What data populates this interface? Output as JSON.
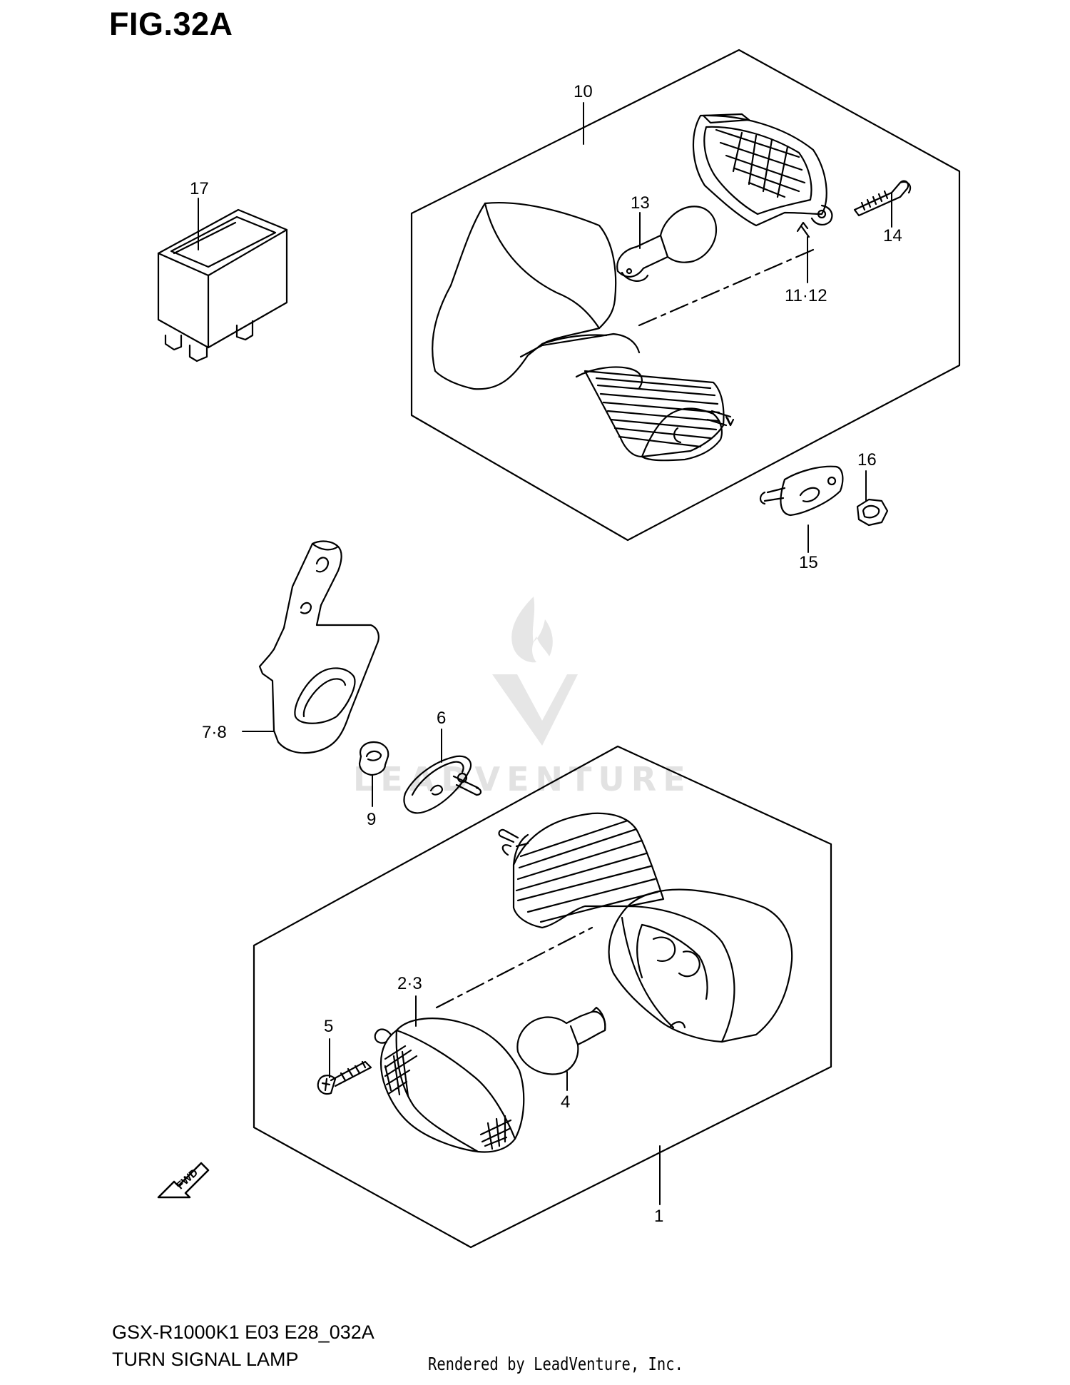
{
  "figure": {
    "title": "FIG.32A",
    "model_code": "GSX-R1000K1 E03 E28_032A",
    "caption": "TURN SIGNAL LAMP",
    "credit": "Rendered by LeadVenture, Inc.",
    "watermark": "LEADVENTURE",
    "fwd_label": "FWD"
  },
  "callouts": {
    "c1": "1",
    "c2_3": "2·3",
    "c4": "4",
    "c5": "5",
    "c6": "6",
    "c7_8": "7·8",
    "c9": "9",
    "c10": "10",
    "c11_12": "11·12",
    "c13": "13",
    "c14": "14",
    "c15": "15",
    "c16": "16",
    "c17": "17"
  }
}
